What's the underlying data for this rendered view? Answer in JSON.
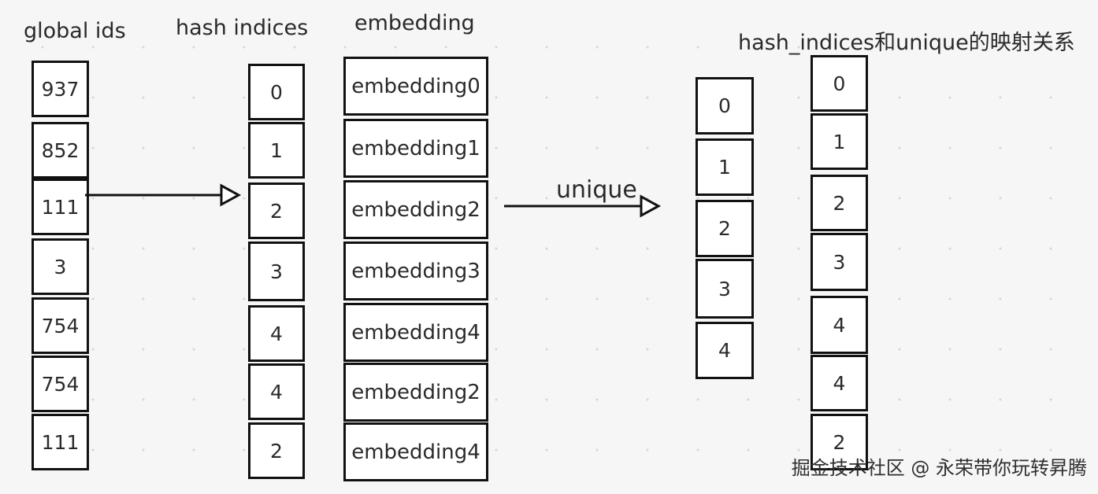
{
  "labels": {
    "global_ids": "global ids",
    "hash_indices": "hash indices",
    "embedding": "embedding",
    "mapping": "hash_indices和unique的映射关系",
    "unique": "unique"
  },
  "global_ids": [
    "937",
    "852",
    "111",
    "3",
    "754",
    "754",
    "111"
  ],
  "hash_indices": [
    "0",
    "1",
    "2",
    "3",
    "4",
    "4",
    "2"
  ],
  "embeddings": [
    "embedding0",
    "embedding1",
    "embedding2",
    "embedding3",
    "embedding4",
    "embedding2",
    "embedding4"
  ],
  "unique_values": [
    "0",
    "1",
    "2",
    "3",
    "4"
  ],
  "mapping_values": [
    "0",
    "1",
    "2",
    "3",
    "4",
    "4",
    "2"
  ],
  "footer": "掘金技术社区 @ 永荣带你玩转昇腾"
}
